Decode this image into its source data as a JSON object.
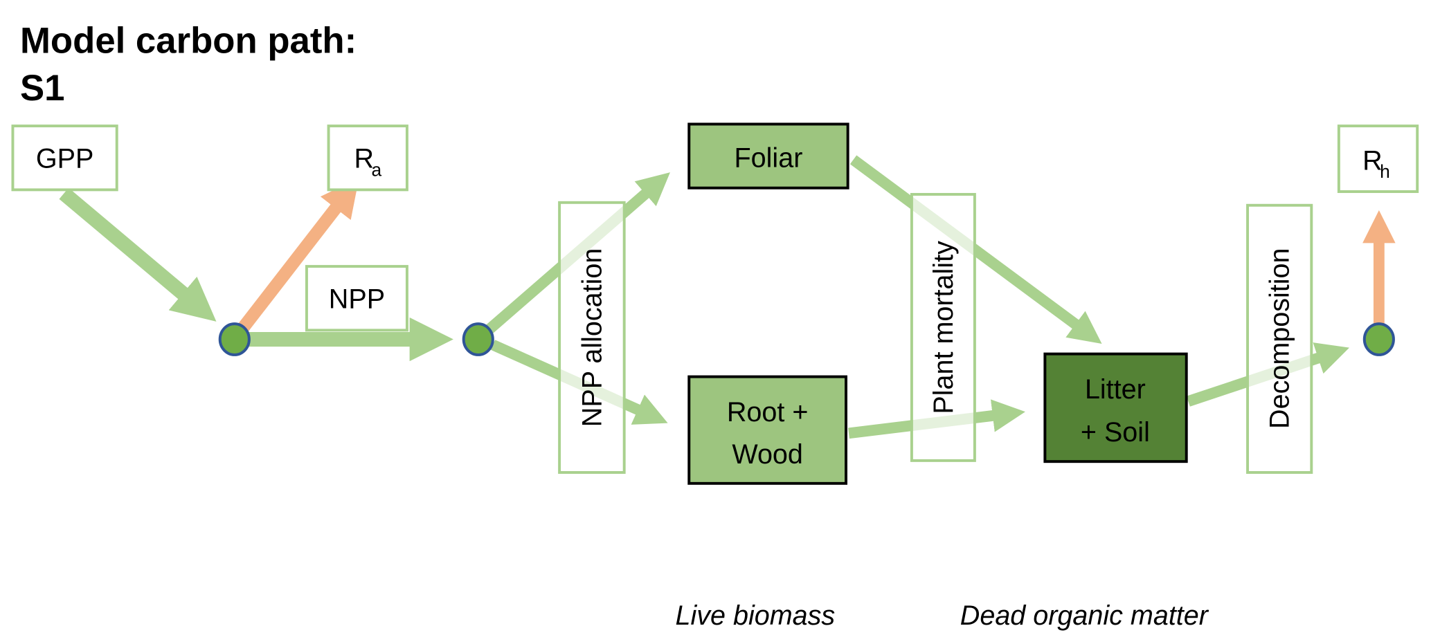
{
  "title": {
    "line1": "Model carbon path:",
    "line2": "S1"
  },
  "colors": {
    "flow": "#a9d18e",
    "respiration": "#f4b183",
    "node_fill": "#70ad47",
    "node_stroke": "#2f5597",
    "live_pool": "#9dc57f",
    "dead_pool": "#548235"
  },
  "nodes": {
    "gpp": "GPP",
    "ra": {
      "main": "R",
      "sub": "a"
    },
    "npp": "NPP",
    "foliar": "Foliar",
    "root_wood": {
      "line1": "Root +",
      "line2": "Wood"
    },
    "litter_soil": {
      "line1": "Litter",
      "line2": "+ Soil"
    },
    "rh": {
      "main": "R",
      "sub": "h"
    }
  },
  "processes": {
    "allocation": "NPP allocation",
    "mortality": "Plant mortality",
    "decomposition": "Decomposition"
  },
  "footer": {
    "live": "Live biomass",
    "dead": "Dead organic matter"
  }
}
